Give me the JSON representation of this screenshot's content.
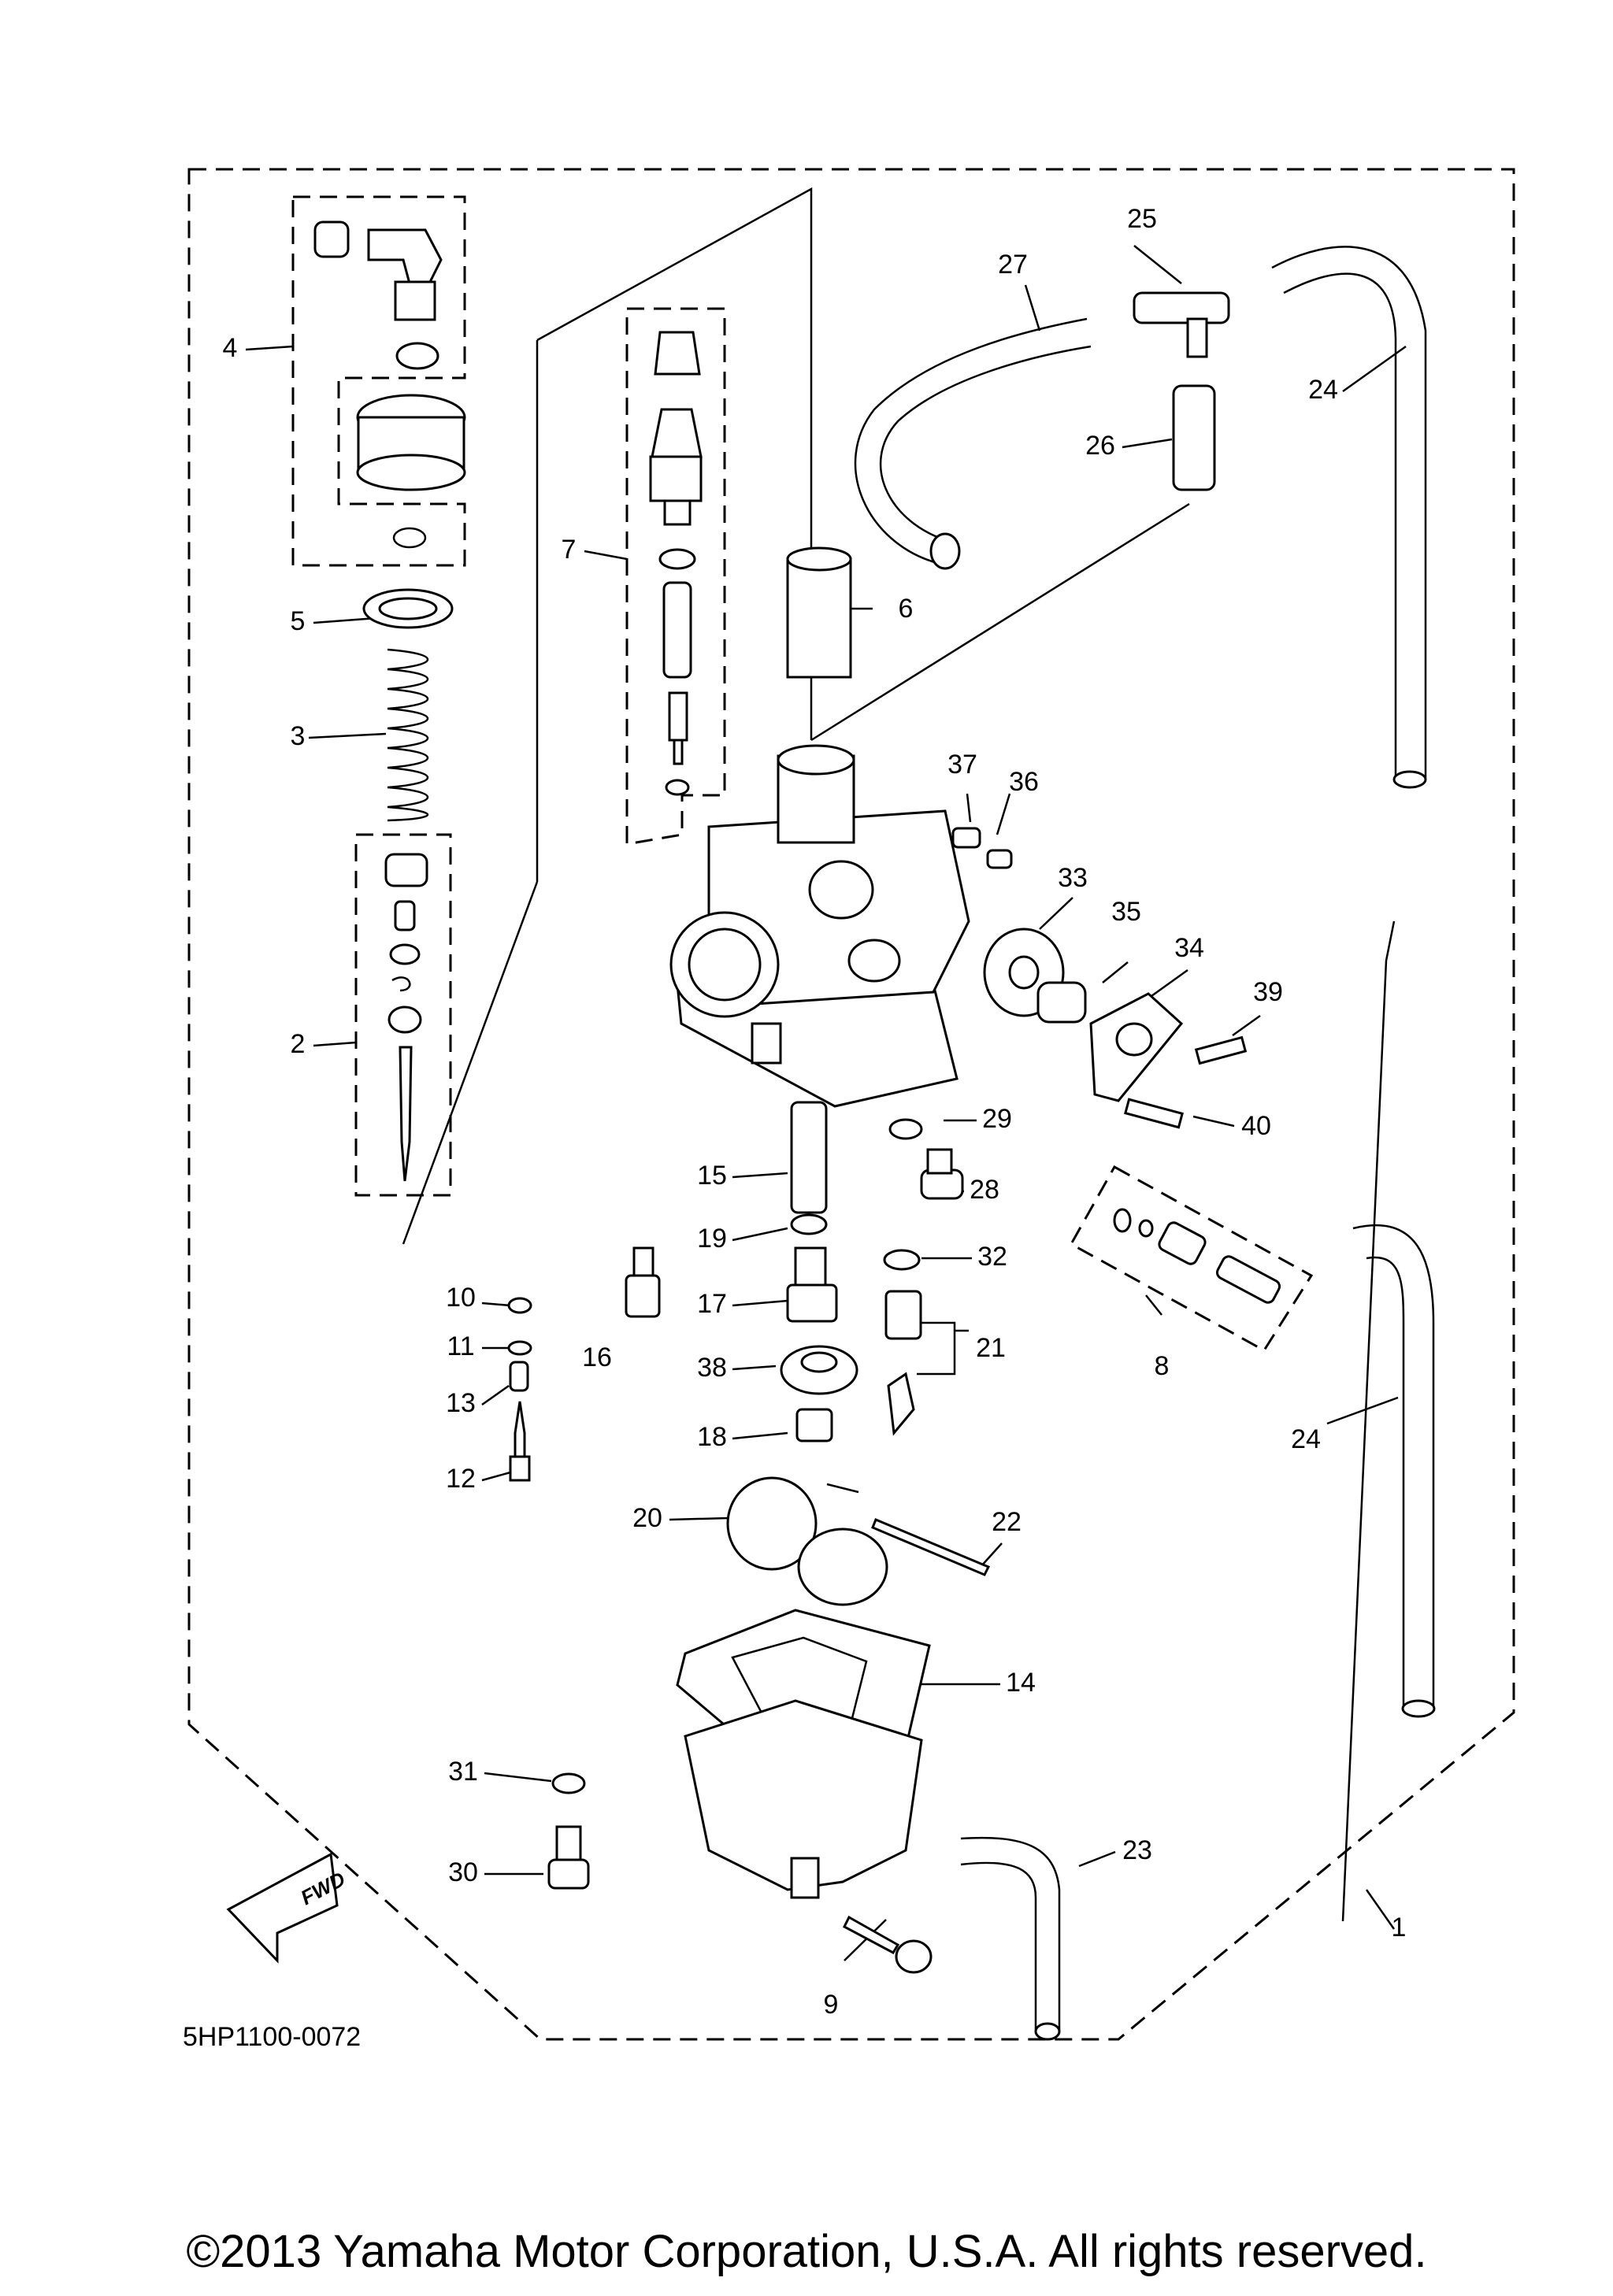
{
  "diagram": {
    "code": "5HP1100-0072",
    "copyright": "©2013 Yamaha Motor Corporation, U.S.A. All rights reserved.",
    "direction_marker": "FWD"
  },
  "callouts": [
    {
      "id": "c1",
      "label": "1"
    },
    {
      "id": "c2",
      "label": "2"
    },
    {
      "id": "c3",
      "label": "3"
    },
    {
      "id": "c4",
      "label": "4"
    },
    {
      "id": "c5",
      "label": "5"
    },
    {
      "id": "c6",
      "label": "6"
    },
    {
      "id": "c7",
      "label": "7"
    },
    {
      "id": "c8",
      "label": "8"
    },
    {
      "id": "c9",
      "label": "9"
    },
    {
      "id": "c10",
      "label": "10"
    },
    {
      "id": "c11",
      "label": "11"
    },
    {
      "id": "c12",
      "label": "12"
    },
    {
      "id": "c13",
      "label": "13"
    },
    {
      "id": "c14",
      "label": "14"
    },
    {
      "id": "c15",
      "label": "15"
    },
    {
      "id": "c16",
      "label": "16"
    },
    {
      "id": "c17",
      "label": "17"
    },
    {
      "id": "c18",
      "label": "18"
    },
    {
      "id": "c19",
      "label": "19"
    },
    {
      "id": "c20",
      "label": "20"
    },
    {
      "id": "c21",
      "label": "21"
    },
    {
      "id": "c22",
      "label": "22"
    },
    {
      "id": "c23",
      "label": "23"
    },
    {
      "id": "c24a",
      "label": "24"
    },
    {
      "id": "c24b",
      "label": "24"
    },
    {
      "id": "c25",
      "label": "25"
    },
    {
      "id": "c26",
      "label": "26"
    },
    {
      "id": "c27",
      "label": "27"
    },
    {
      "id": "c28",
      "label": "28"
    },
    {
      "id": "c29",
      "label": "29"
    },
    {
      "id": "c30",
      "label": "30"
    },
    {
      "id": "c31",
      "label": "31"
    },
    {
      "id": "c32",
      "label": "32"
    },
    {
      "id": "c33",
      "label": "33"
    },
    {
      "id": "c34",
      "label": "34"
    },
    {
      "id": "c35",
      "label": "35"
    },
    {
      "id": "c36",
      "label": "36"
    },
    {
      "id": "c37",
      "label": "37"
    },
    {
      "id": "c38",
      "label": "38"
    },
    {
      "id": "c39",
      "label": "39"
    },
    {
      "id": "c40",
      "label": "40"
    }
  ]
}
